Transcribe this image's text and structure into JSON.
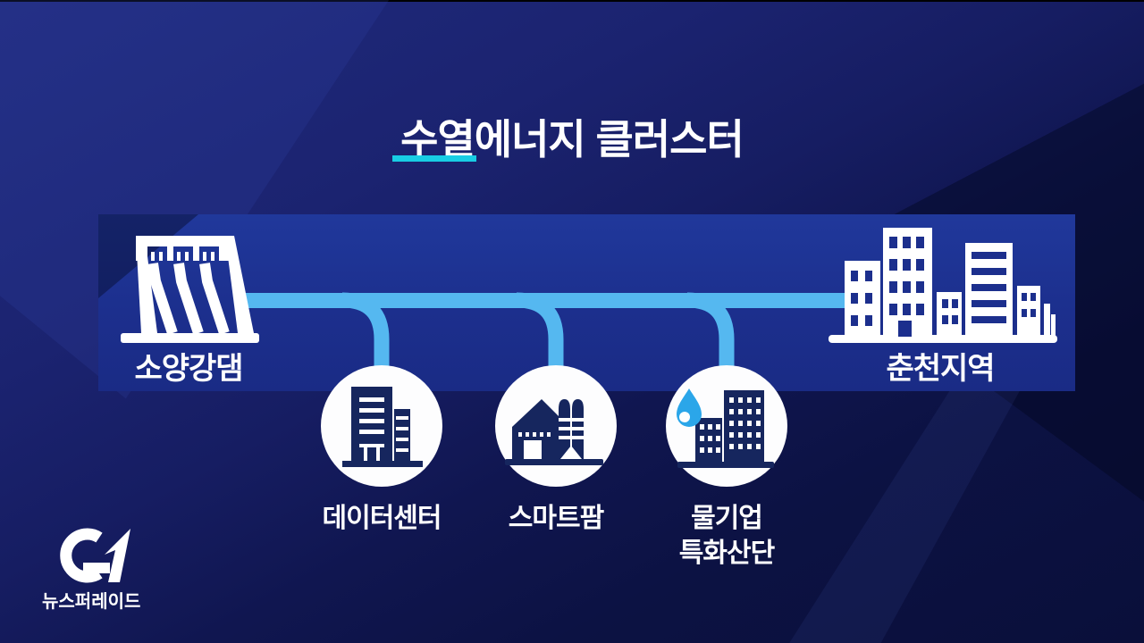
{
  "scene": {
    "title": "수열에너지 클러스터"
  },
  "diagram": {
    "source": {
      "label": "소양강댐",
      "icon": "dam-icon"
    },
    "destination": {
      "label": "춘천지역",
      "icon": "city-buildings-icon"
    },
    "nodes": [
      {
        "label": "데이터센터",
        "icon": "data-center-icon"
      },
      {
        "label": "스마트팜",
        "icon": "smart-farm-icon"
      },
      {
        "label_line1": "물기업",
        "label_line2": "특화산단",
        "icon": "water-company-icon"
      }
    ]
  },
  "branding": {
    "logo": "G1",
    "program": "뉴스퍼레이드"
  },
  "colors": {
    "background_navy": "#0c1243",
    "panel_blue": "#1c2f8d",
    "pipe_blue": "#55b8f0",
    "title_underline_cyan": "#18cde4",
    "icon_navy": "#16265e",
    "water_drop_blue": "#2ba6e9",
    "white": "#ffffff"
  }
}
